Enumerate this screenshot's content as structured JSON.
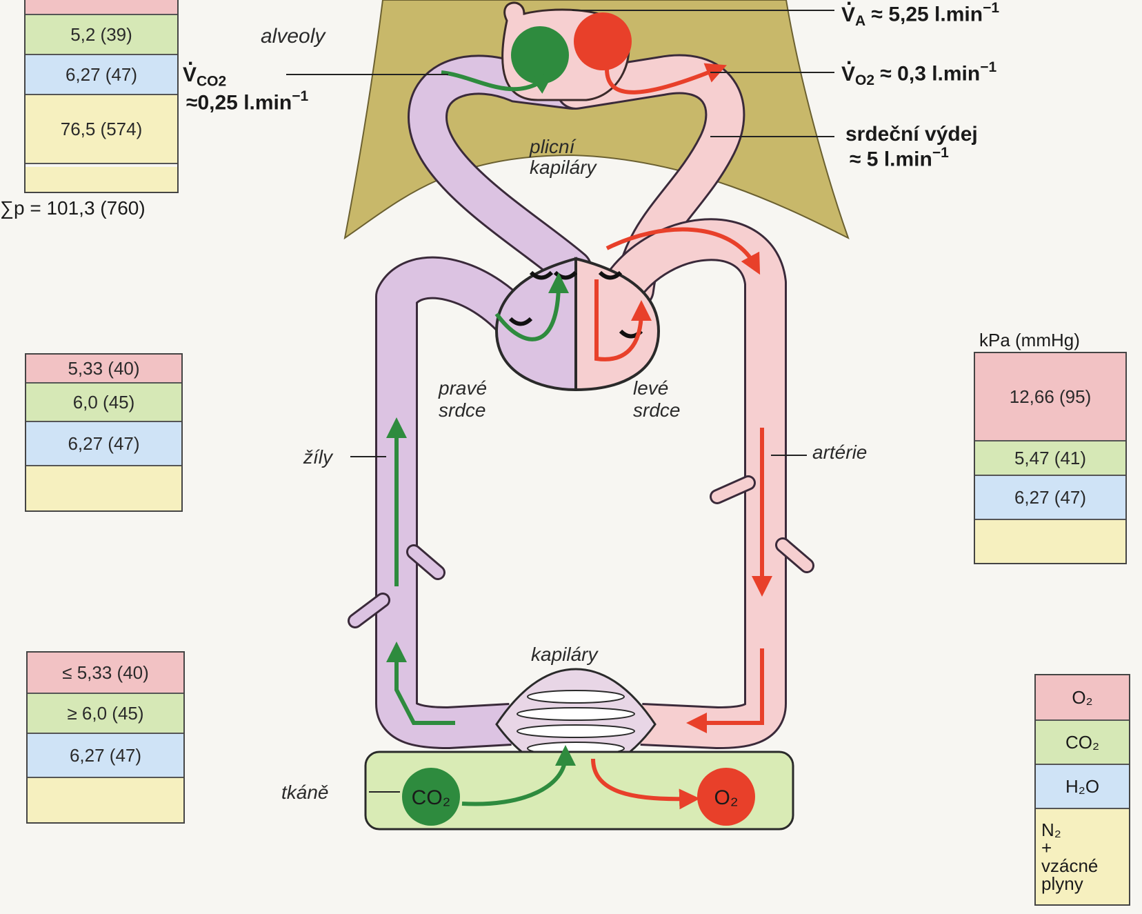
{
  "labels": {
    "alveoly": "alveoly",
    "plicni_kapilary_1": "plicní",
    "plicni_kapilary_2": "kapiláry",
    "prave_srdce_1": "pravé",
    "prave_srdce_2": "srdce",
    "leve_srdce_1": "levé",
    "leve_srdce_2": "srdce",
    "zily": "žíly",
    "arterie": "artérie",
    "kapilary": "kapiláry",
    "tkane": "tkáně",
    "tissue_co2": "CO₂",
    "tissue_o2": "O₂"
  },
  "flows": {
    "va_symbol": "V",
    "va_sub": "A",
    "va_value": "≈ 5,25 l.min",
    "va_exp": "−1",
    "vo2_symbol": "V",
    "vo2_sub": "O2",
    "vo2_value": "≈ 0,3 l.min",
    "vo2_exp": "−1",
    "vco2_symbol": "V",
    "vco2_sub": "CO2",
    "vco2_value": "≈0,25 l.min",
    "vco2_exp": "−1",
    "cardiac_output_label": "srdeční výdej",
    "cardiac_output_value": "≈ 5 l.min",
    "cardiac_output_exp": "−1"
  },
  "boxes": {
    "alveolar": {
      "values": [
        "5,2 (39)",
        "6,27 (47)",
        "76,5 (574)"
      ]
    },
    "total_pressure": "∑p = 101,3 (760)",
    "venous_mixed": {
      "values": [
        "5,33 (40)",
        "6,0 (45)",
        "6,27 (47)"
      ]
    },
    "tissue": {
      "values": [
        "≤ 5,33 (40)",
        "≥ 6,0 (45)",
        "6,27 (47)"
      ]
    },
    "arterial_unit": "kPa (mmHg)",
    "arterial": {
      "values": [
        "12,66 (95)",
        "5,47 (41)",
        "6,27 (47)"
      ]
    }
  },
  "legend": {
    "o2": "O₂",
    "co2": "CO₂",
    "h2o": "H₂O",
    "n2_line1": "N₂",
    "n2_line2": "+",
    "n2_line3": "vzácné",
    "n2_line4": "plyny"
  },
  "colors": {
    "o2": "#f2c2c4",
    "co2": "#d6e8b6",
    "h2o": "#cfe3f6",
    "n2": "#f6f0bf",
    "lung": "#c8b86a",
    "venous_vessel": "#dcc3e2",
    "arterial_vessel": "#f6cfd0",
    "co2_arrow": "#2e8b3e",
    "o2_arrow": "#e8402a",
    "tissue": "#d9ebb5"
  }
}
